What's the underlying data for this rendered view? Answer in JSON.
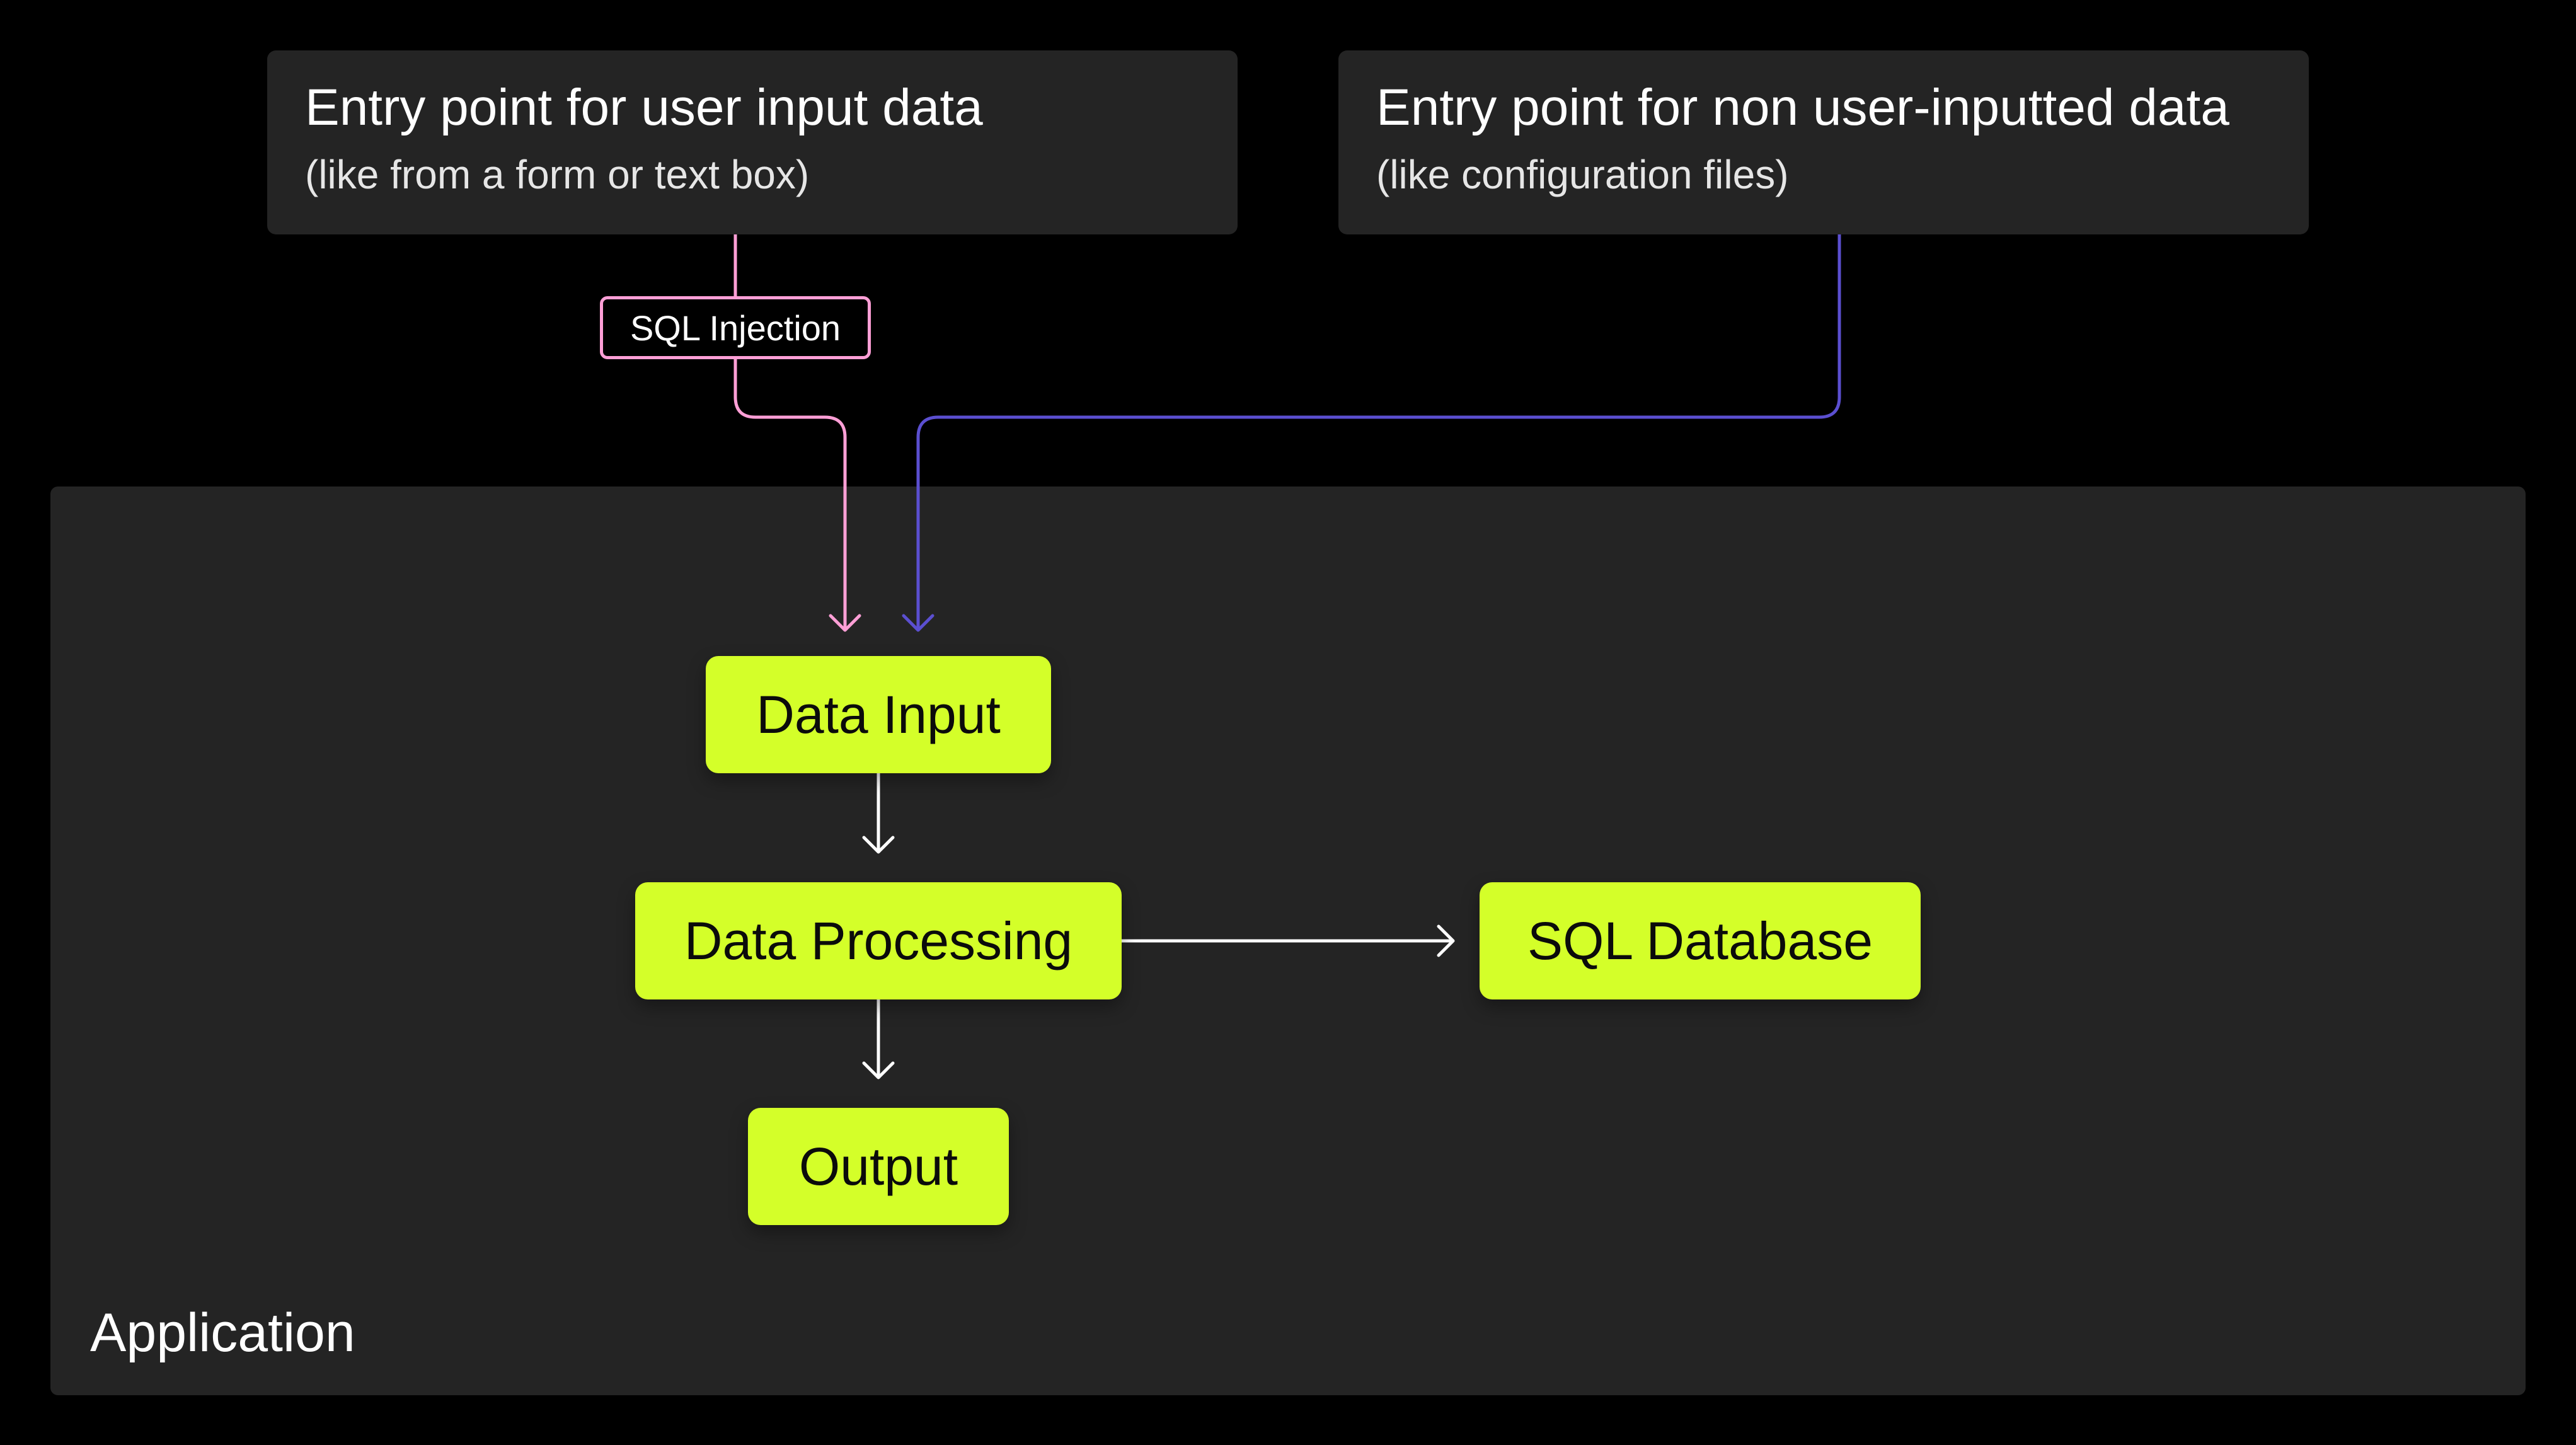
{
  "entry_points": {
    "user": {
      "title": "Entry point for user input data",
      "subtitle": "(like from a form or text box)"
    },
    "non_user": {
      "title": "Entry point for non user-inputted data",
      "subtitle": "(like configuration files)"
    }
  },
  "edge_labels": {
    "sql_injection": "SQL Injection"
  },
  "application": {
    "label": "Application",
    "nodes": {
      "data_input": "Data Input",
      "data_processing": "Data Processing",
      "sql_database": "SQL Database",
      "output": "Output"
    }
  },
  "colors": {
    "background": "#000000",
    "panel": "#242424",
    "node_fill": "#d4ff29",
    "node_text": "#0b0b0b",
    "user_path": "#ff9fd6",
    "non_user_path": "#5b4fd0",
    "internal_arrow": "#ffffff"
  }
}
